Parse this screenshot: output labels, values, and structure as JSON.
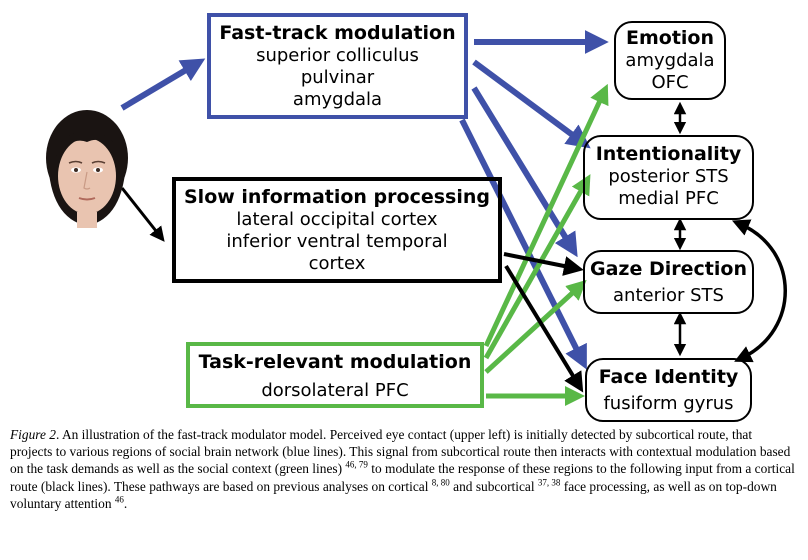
{
  "diagram": {
    "fast_track": {
      "title": "Fast-track modulation",
      "lines": [
        "superior colliculus",
        "pulvinar",
        "amygdala"
      ]
    },
    "slow_info": {
      "title": "Slow information processing",
      "lines": [
        "lateral occipital cortex",
        "inferior ventral temporal",
        "cortex"
      ]
    },
    "task_relevant": {
      "title": "Task-relevant modulation",
      "lines": [
        "dorsolateral PFC"
      ]
    },
    "emotion": {
      "title": "Emotion",
      "lines": [
        "amygdala",
        "OFC"
      ]
    },
    "intentionality": {
      "title": "Intentionality",
      "lines": [
        "posterior STS",
        "medial PFC"
      ]
    },
    "gaze_direction": {
      "title": "Gaze Direction",
      "lines": [
        "anterior STS"
      ]
    },
    "face_identity": {
      "title": "Face Identity",
      "lines": [
        "fusiform gyrus"
      ]
    },
    "colors": {
      "blue": "#3f51a8",
      "black": "#000000",
      "green": "#59b847"
    }
  },
  "caption": {
    "label": "Figure 2",
    "text1": ". An illustration of the fast-track modulator model. Perceived eye contact (upper left) is initially detected by subcortical route, that projects to various regions of social brain network (blue lines). This signal from subcortical route then interacts with contextual modulation based on the task demands as well as the social context (green lines) ",
    "ref1": "46, 79",
    "text2": " to modulate the response of these regions to the following input from a cortical route (black lines). These pathways are based on previous analyses on cortical ",
    "ref2": "8, 80",
    "text3": " and subcortical ",
    "ref3": "37, 38",
    "text4": " face processing, as well as on top-down voluntary attention ",
    "ref4": "46",
    "text5": "."
  }
}
